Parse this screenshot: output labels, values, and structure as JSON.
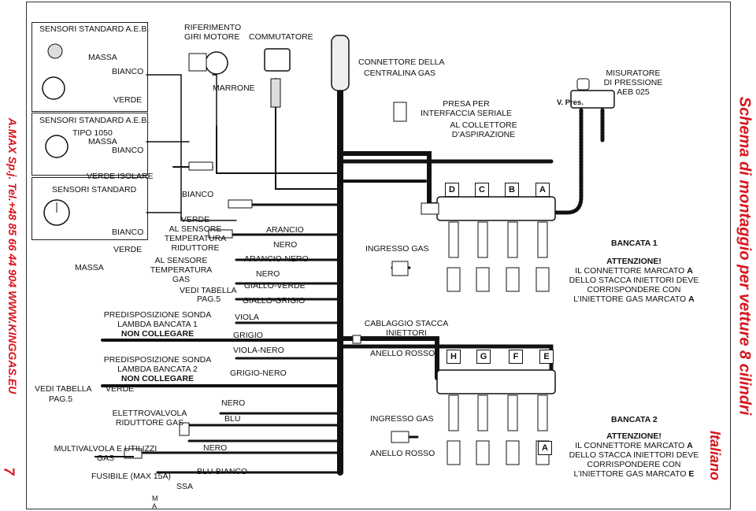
{
  "sidebar_left": {
    "contact": "A.MAX Sp.j.  Tel.+48 85 66 44 904  WWW.KINGGAS.EU",
    "page_number": "7"
  },
  "sidebar_right": {
    "title": "Schema di montaggio per vetture 8 cilindri",
    "language": "Italiano"
  },
  "sensors": {
    "box1_title": "SENSORI STANDARD A.E.B.",
    "box1_massa": "MASSA",
    "box1_bianco": "BIANCO",
    "box1_verde": "VERDE",
    "box2_title": "SENSORI STANDARD A.E.B.",
    "box2_tipo": "TIPO 1050",
    "box2_massa": "MASSA",
    "box2_bianco": "BIANCO",
    "box2_verde_isolare": "VERDE ISOLARE",
    "box3_title": "SENSORI STANDARD",
    "box3_bianco": "BIANCO",
    "box3_verde": "VERDE",
    "massa": "MASSA",
    "vedi_tabella": "VEDI TABELLA",
    "pag5": "PAG.5"
  },
  "labels": {
    "riferimento": "RIFERIMENTO",
    "giri_motore": "GIRI MOTORE",
    "marrone": "MARRONE",
    "commutatore": "COMMUTATORE",
    "bianco": "BIANCO",
    "verde_al_sensore_1": "VERDE",
    "verde_al_sensore_2": "AL SENSORE",
    "verde_al_sensore_3": "TEMPERATURA",
    "verde_al_sensore_4": "RIDUTTORE",
    "al_sensore_gas_1": "AL SENSORE",
    "al_sensore_gas_2": "TEMPERATURA",
    "al_sensore_gas_3": "GAS",
    "vedi_tabella": "VEDI TABELLA",
    "pag5": "PAG.5",
    "arancio": "ARANCIO",
    "nero1": "NERO",
    "arancio_nero": "ARANCIO-NERO",
    "nero2": "NERO",
    "giallo_verde": "GIALLO-VERDE",
    "giallo_grigio": "GIALLO-GRIGIO",
    "viola": "VIOLA",
    "grigio": "GRIGIO",
    "viola_nero": "VIOLA-NERO",
    "grigio_nero": "GRIGIO-NERO",
    "nero3": "NERO",
    "blu": "BLU",
    "nero4": "NERO",
    "blu_bianco": "BLU-BIANCO",
    "lambda1_1": "PREDISPOSIZIONE SONDA",
    "lambda1_2": "LAMBDA BANCATA 1",
    "lambda1_3": "NON COLLEGARE",
    "lambda2_1": "PREDISPOSIZIONE SONDA",
    "lambda2_2": "LAMBDA BANCATA 2",
    "lambda2_3": "NON COLLEGARE",
    "verde": "VERDE",
    "elettrovalvola_1": "ELETTROVALVOLA",
    "elettrovalvola_2": "RIDUTTORE GAS",
    "multivalvola_1": "MULTIVALVOLA E UTILIZZI",
    "multivalvola_2": "GAS",
    "fusibile": "FUSIBILE (MAX 15A)",
    "ssa": "SSA",
    "m": "M",
    "a": "A",
    "connettore_1": "CONNETTORE DELLA",
    "connettore_2": "CENTRALINA GAS",
    "presa_1": "PRESA PER",
    "presa_2": "INTERFACCIA SERIALE",
    "collettore_1": "AL COLLETTORE",
    "collettore_2": "D’ASPIRAZIONE",
    "misuratore_1": "MISURATORE",
    "misuratore_2": "DI PRESSIONE",
    "misuratore_3": "AEB 025",
    "v_pres": "V. Pres.",
    "ingresso_gas_1": "INGRESSO GAS",
    "cablaggio_1": "CABLAGGIO STACCA",
    "cablaggio_2": "INIETTORI",
    "anello_rosso_1": "ANELLO ROSSO",
    "ingresso_gas_2": "INGRESSO GAS",
    "anello_rosso_2": "ANELLO ROSSO"
  },
  "bank1": {
    "title": "BANCATA 1",
    "attenzione": "ATTENZIONE!",
    "line1a": "IL CONNETTORE MARCATO ",
    "line1b": "A",
    "line2": "DELLO STACCA INIETTORI DEVE",
    "line3": "CORRISPONDERE CON",
    "line4a": "L’INIETTORE GAS MARCATO ",
    "line4b": "A",
    "injectors": [
      "D",
      "C",
      "B",
      "A"
    ]
  },
  "bank2": {
    "title": "BANCATA 2",
    "attenzione": "ATTENZIONE!",
    "line1a": "IL CONNETTORE MARCATO ",
    "line1b": "A",
    "line2": "DELLO STACCA INIETTORI DEVE",
    "line3": "CORRISPONDERE CON",
    "line4a": "L’INIETTORE GAS MARCATO ",
    "line4b": "E",
    "injectors": [
      "H",
      "G",
      "F",
      "E"
    ],
    "connector_mark": "A"
  },
  "colors": {
    "accent": "#d8141c",
    "wire": "#111111"
  }
}
